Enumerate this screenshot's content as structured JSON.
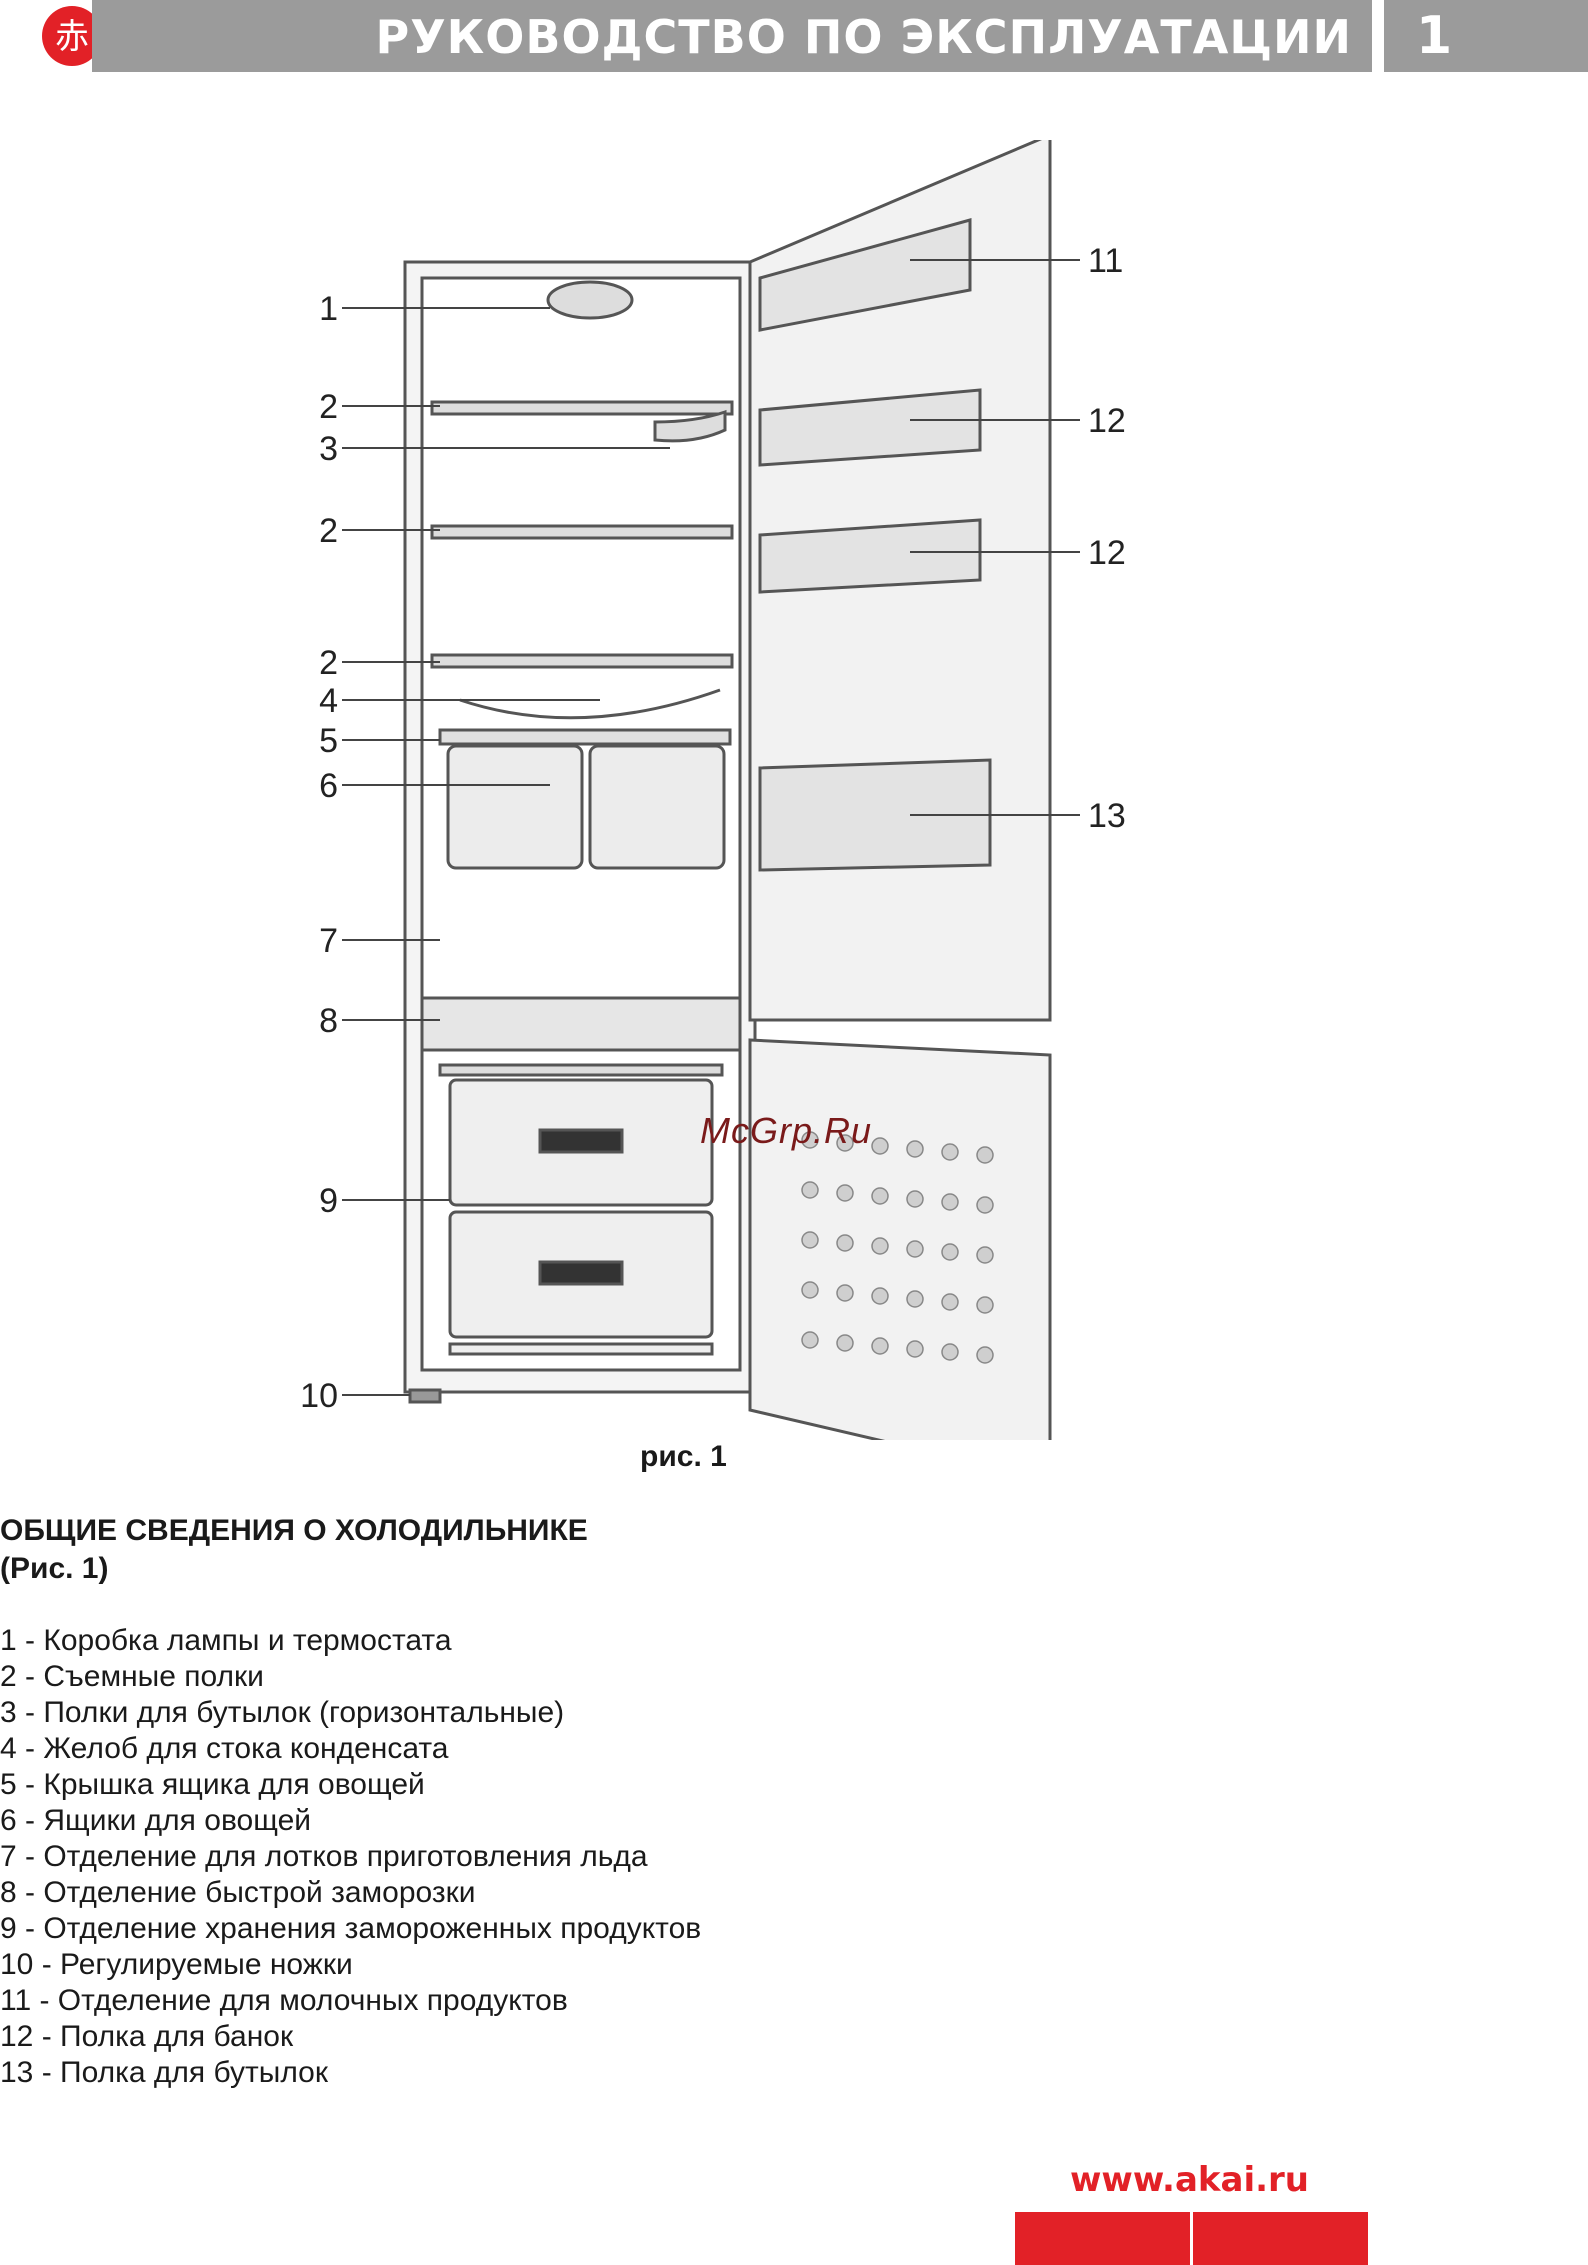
{
  "header": {
    "title": "РУКОВОДСТВО ПО ЭКСПЛУАТАЦИИ",
    "page_number": "1",
    "logo_glyph": "赤",
    "brand_color": "#e22127",
    "bar_color": "#9b9b9b"
  },
  "figure": {
    "caption": "рис. 1",
    "watermark": "McGrp.Ru",
    "callouts_left": [
      "1",
      "2",
      "3",
      "2",
      "2",
      "4",
      "5",
      "6",
      "7",
      "8",
      "9",
      "10"
    ],
    "callouts_right": [
      "11",
      "12",
      "12",
      "13"
    ]
  },
  "section": {
    "heading_line1": "ОБЩИЕ СВЕДЕНИЯ О ХОЛОДИЛЬНИКЕ",
    "heading_line2": "(Рис. 1)"
  },
  "parts": [
    "1 - Коробка лампы и термостата",
    "2 - Съемные полки",
    "3 -  Полки для бутылок (горизонтальные)",
    "4 - Желоб для стока конденсата",
    "5 - Крышка ящика для овощей",
    "6 - Ящики  для овощей",
    "7 - Отделение для лотков приготовления  льда",
    "8 - Отделение быстрой заморозки",
    "9 - Отделение хранения замороженных продуктов",
    "10 - Регулируемые ножки",
    "11 - Отделение для молочных продуктов",
    "12 - Полка для банок",
    "13 - Полка для бутылок"
  ],
  "footer": {
    "url": "www.akai.ru"
  }
}
